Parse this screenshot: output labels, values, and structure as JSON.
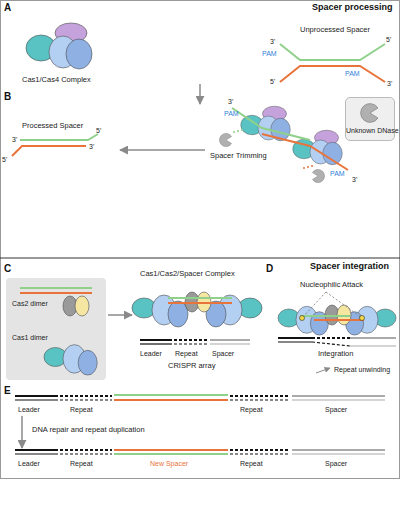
{
  "diagram": {
    "nodes": [
      {
        "text": [
          "Unknown DNase"
        ]
      },
      {
        "text": [
          "Cas2 dimer",
          "Cas1 dimer"
        ]
      }
    ],
    "labels": [
      "Spacer processing",
      "A",
      "Unprocessed Spacer",
      "3'",
      "5'",
      "PAM",
      "5'",
      "PAM",
      "3'",
      "Cas1/Cas4 Complex",
      "B",
      "3'",
      "PAM",
      "Spacer Trimming",
      "PAM",
      "3'",
      "Processed Spacer",
      "3'",
      "5'",
      "5'",
      "3'",
      "Spacer integration",
      "C",
      "Cas1/Cas2/Spacer Complex",
      "Leader",
      "Repeat",
      "Spacer",
      "CRISPR array",
      "D",
      "Nucleophilic Attack",
      "Integration",
      "Repeat unwinding",
      "E",
      "Leader",
      "Repeat",
      "Repeat",
      "Spacer",
      "DNA repair and repeat duplication",
      "Leader",
      "Repeat",
      "New Spacer",
      "Repeat",
      "Spacer"
    ]
  }
}
